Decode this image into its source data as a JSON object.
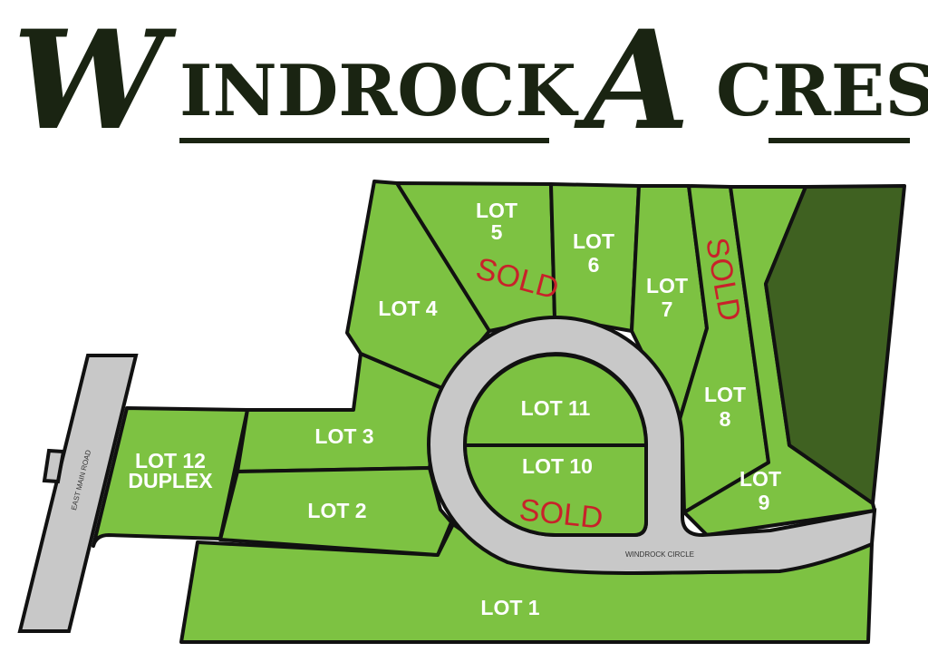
{
  "title": {
    "word1_initial": "W",
    "word1_rest": "INDROCK",
    "word2_initial": "A",
    "word2_rest": "CRES"
  },
  "colors": {
    "lot": "#7dc242",
    "wooded": "#3f6121",
    "road": "#c8c8c8",
    "sold": "#c8222a",
    "title": "#1a2412"
  },
  "roads": {
    "east_main": "EAST MAIN ROAD",
    "circle": "WINDROCK CIRCLE"
  },
  "lots": {
    "lot1": {
      "label": "LOT 1",
      "sold": false
    },
    "lot2": {
      "label": "LOT 2",
      "sold": false
    },
    "lot3": {
      "label": "LOT 3",
      "sold": false
    },
    "lot4": {
      "label": "LOT 4",
      "sold": false
    },
    "lot5": {
      "label_line1": "LOT",
      "label_line2": "5",
      "sold": true
    },
    "lot6": {
      "label_line1": "LOT",
      "label_line2": "6",
      "sold": false
    },
    "lot7": {
      "label_line1": "LOT",
      "label_line2": "7",
      "sold": false
    },
    "lot8": {
      "label_line1": "LOT",
      "label_line2": "8",
      "sold": true
    },
    "lot9": {
      "label_line1": "LOT",
      "label_line2": "9",
      "sold": false
    },
    "lot10": {
      "label": "LOT 10",
      "sold": true
    },
    "lot11": {
      "label": "LOT 11",
      "sold": false
    },
    "lot12": {
      "label_line1": "LOT 12",
      "label_line2": "DUPLEX",
      "sold": false
    }
  },
  "sold_stamp": "SOLD"
}
